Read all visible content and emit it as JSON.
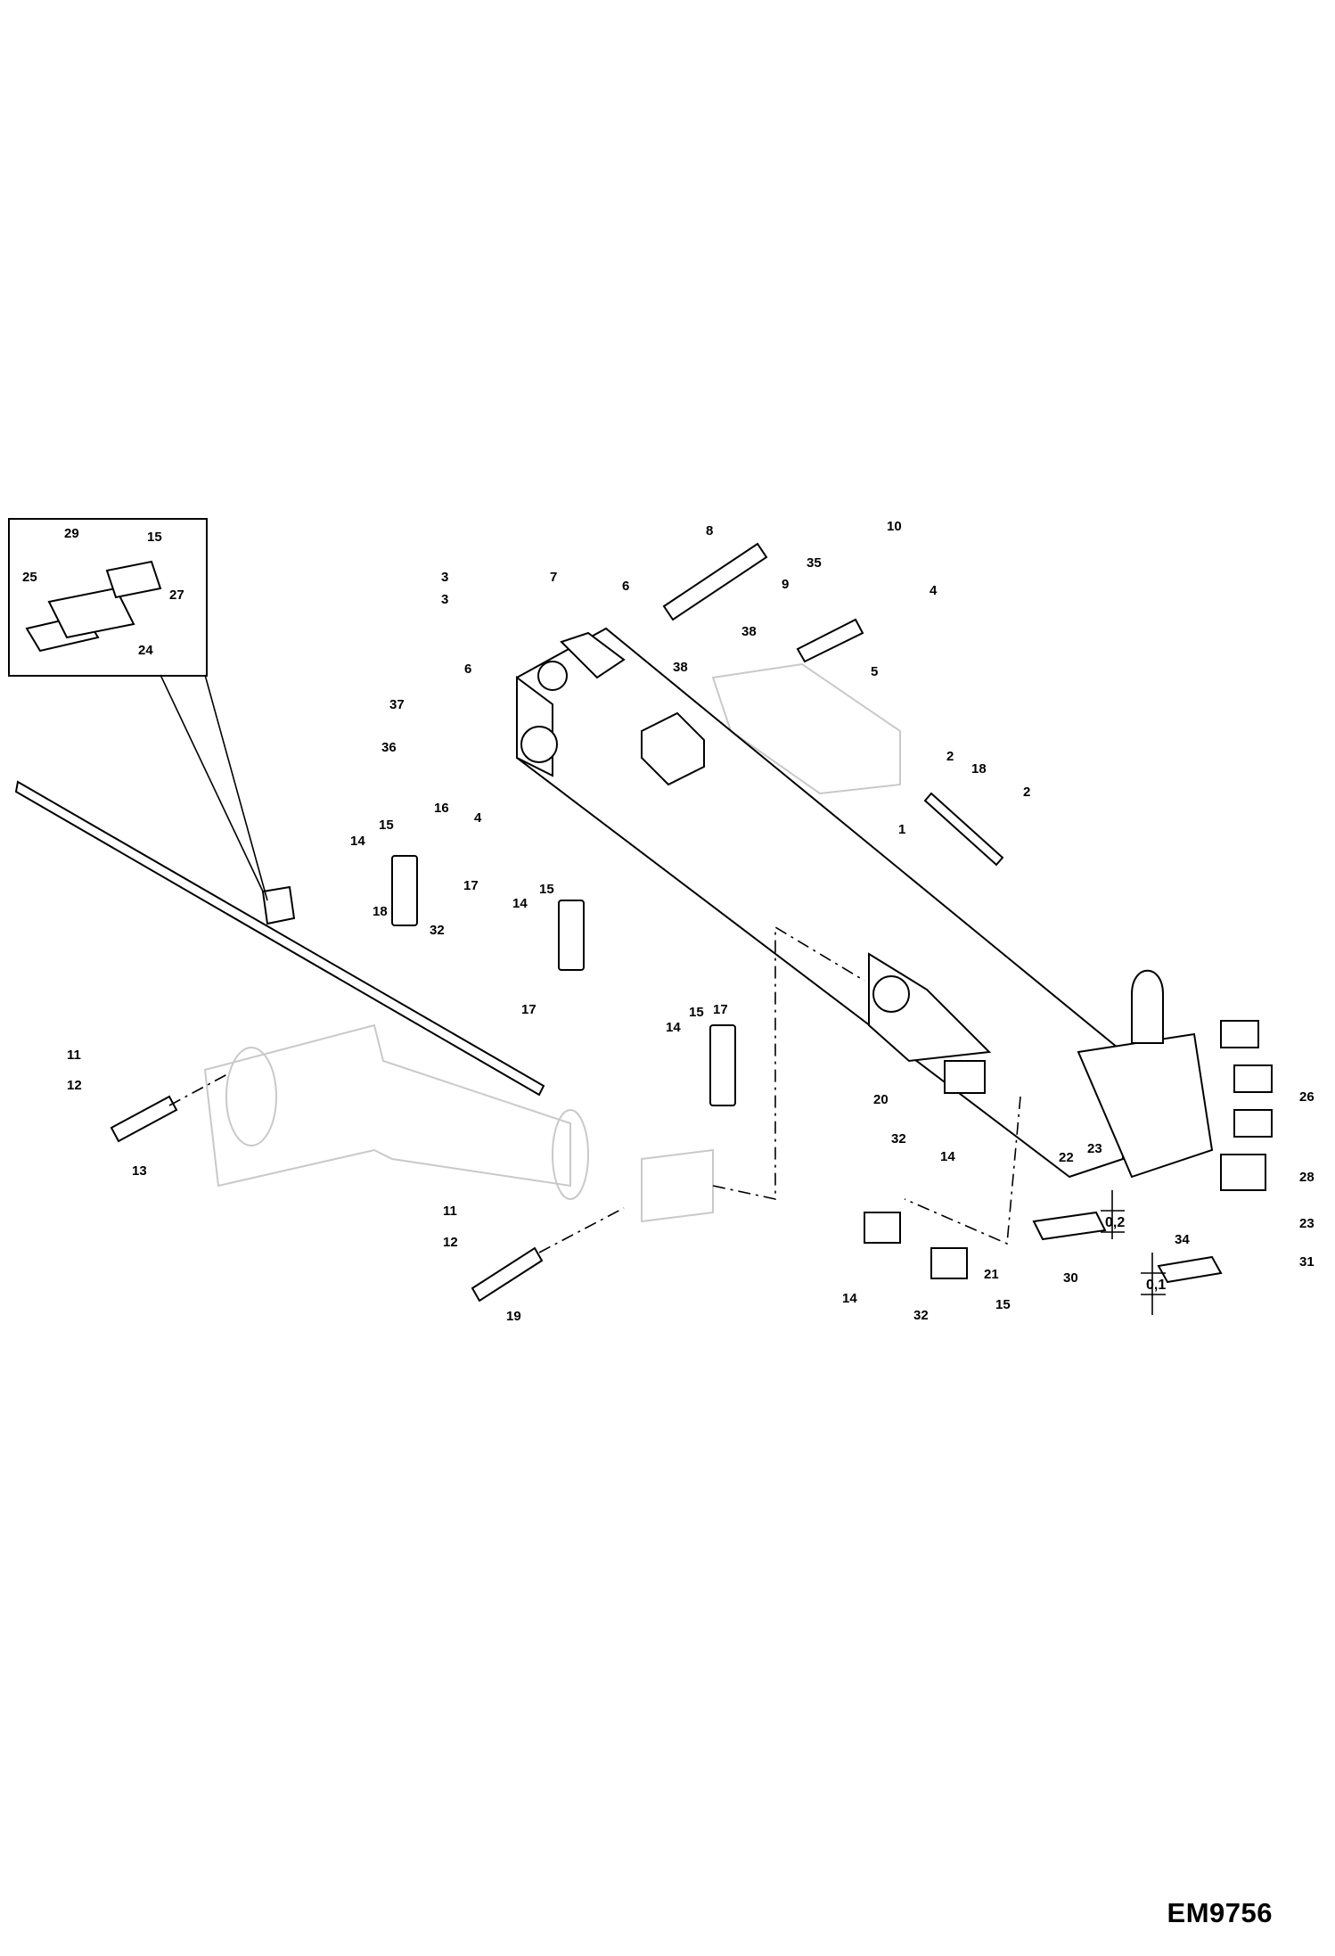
{
  "document_code": "EM9756",
  "tolerance_labels": [
    "0,2",
    "0,1"
  ],
  "callouts": [
    "1",
    "2",
    "2",
    "3",
    "3",
    "4",
    "4",
    "5",
    "6",
    "6",
    "7",
    "8",
    "9",
    "10",
    "11",
    "11",
    "12",
    "12",
    "13",
    "14",
    "14",
    "14",
    "14",
    "14",
    "15",
    "15",
    "15",
    "15",
    "15",
    "16",
    "17",
    "17",
    "17",
    "18",
    "18",
    "19",
    "20",
    "21",
    "22",
    "23",
    "23",
    "24",
    "25",
    "26",
    "27",
    "28",
    "29",
    "30",
    "31",
    "32",
    "32",
    "32",
    "34",
    "35",
    "36",
    "37",
    "38",
    "38"
  ]
}
